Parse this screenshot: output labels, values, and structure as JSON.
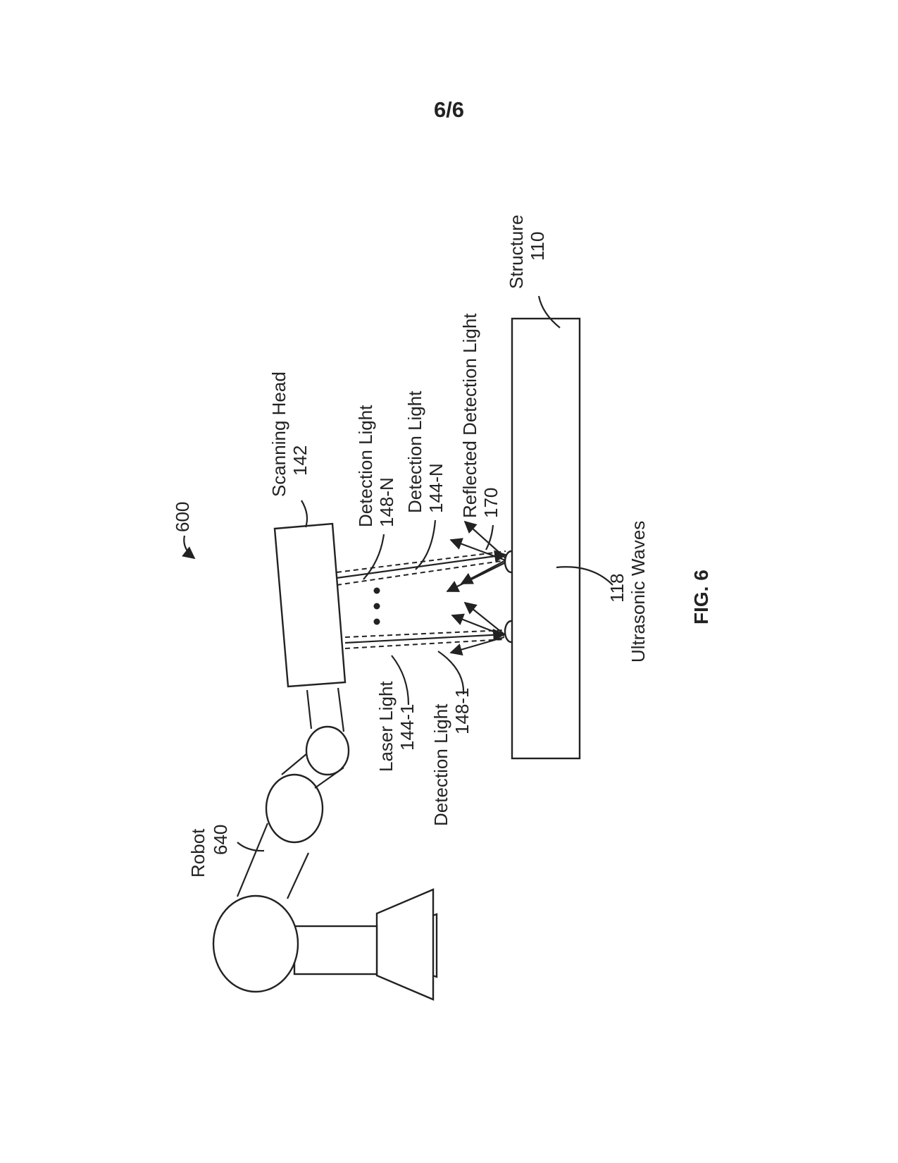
{
  "sheet": {
    "number": "6/6"
  },
  "figure": {
    "caption": "FIG. 6",
    "ref": "600"
  },
  "labels": {
    "robot": {
      "name": "Robot",
      "ref": "640"
    },
    "scanning_head": {
      "name": "Scanning Head",
      "ref": "142"
    },
    "detection_light_n": {
      "name": "Detection Light",
      "ref": "148-N"
    },
    "laser_light_n": {
      "name": "Detection Light",
      "ref": "144-N"
    },
    "reflected_detection_light": {
      "name": "Reflected Detection Light",
      "ref": "170"
    },
    "structure": {
      "name": "Structure",
      "ref": "110"
    },
    "laser_light_1": {
      "name": "Laser Light",
      "ref": "144-1"
    },
    "detection_light_1": {
      "name": "Detection Light",
      "ref": "148-1"
    },
    "ultrasonic_waves": {
      "name": "Ultrasonic Waves",
      "ref": "118"
    }
  }
}
